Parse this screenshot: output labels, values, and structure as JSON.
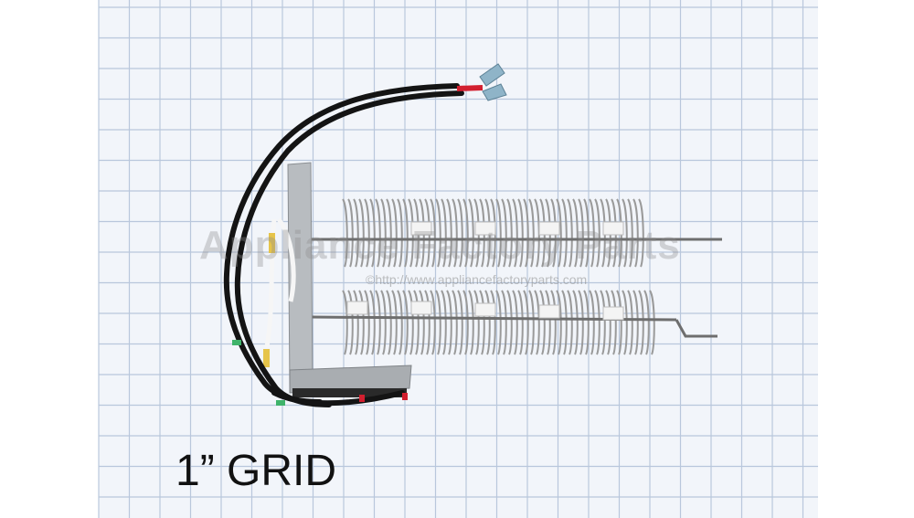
{
  "photo": {
    "caption": "1” GRID",
    "watermark_text": "Appliance Factory Parts",
    "watermark_url": "©http://www.appliancefactoryparts.com",
    "colors": {
      "background": "#ffffff",
      "paper": "#f2f5fa",
      "grid_line": "#b9c7dc",
      "wire": "#141414",
      "red_wire": "#d21f2f",
      "terminal": "#8fb4c8",
      "bracket": "#b8bcc0",
      "coil": "#9a9a9a"
    }
  }
}
